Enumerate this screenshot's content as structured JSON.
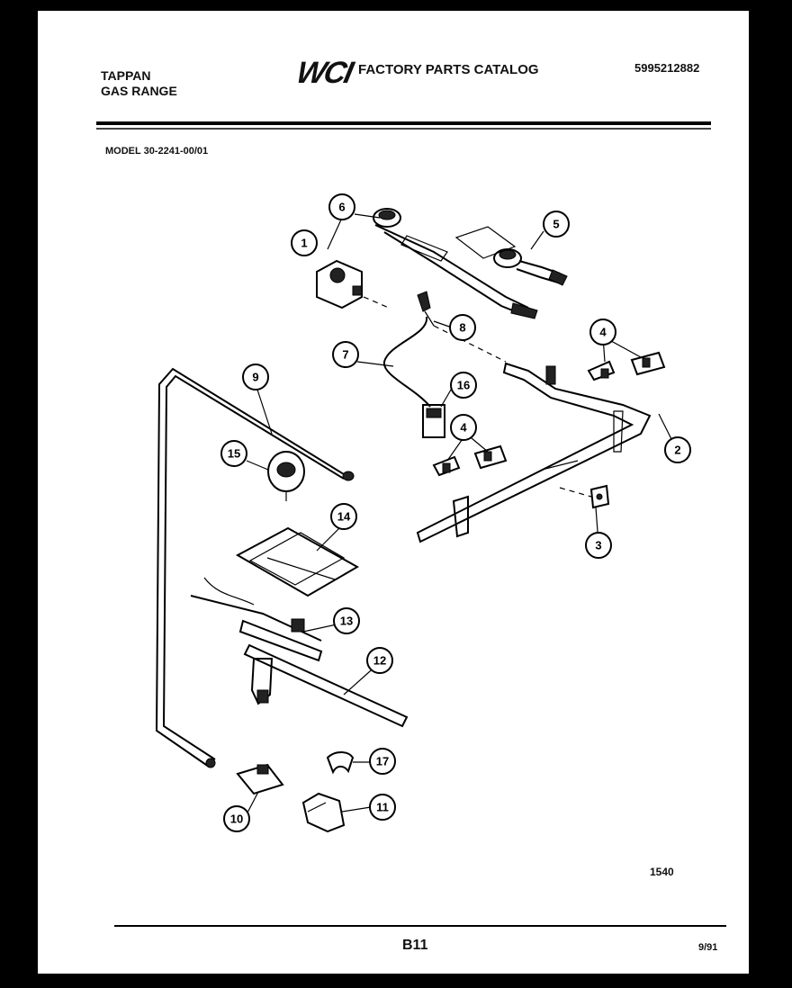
{
  "header": {
    "brand_line1": "TAPPAN",
    "brand_line2": "GAS RANGE",
    "logo": "WCI",
    "catalog_title": "FACTORY PARTS CATALOG",
    "catalog_number": "5995212882",
    "model": "MODEL 30-2241-00/01"
  },
  "footer": {
    "figure_number": "1540",
    "page_number": "B11",
    "date": "9/91"
  },
  "callouts": [
    "1",
    "2",
    "3",
    "4",
    "4",
    "5",
    "6",
    "7",
    "8",
    "9",
    "10",
    "11",
    "12",
    "13",
    "14",
    "15",
    "16",
    "17"
  ]
}
